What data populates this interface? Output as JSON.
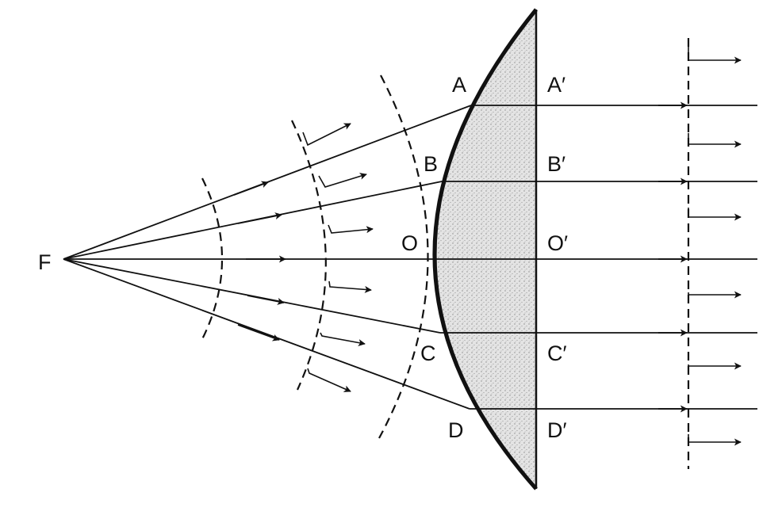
{
  "labels": {
    "focus": "F",
    "A": "A",
    "A_prime": "A′",
    "B": "B",
    "B_prime": "B′",
    "O": "O",
    "O_prime": "O′",
    "C": "C",
    "C_prime": "C′",
    "D": "D",
    "D_prime": "D′"
  },
  "colors": {
    "ink": "#111111",
    "glass": "#dcdcdc"
  }
}
